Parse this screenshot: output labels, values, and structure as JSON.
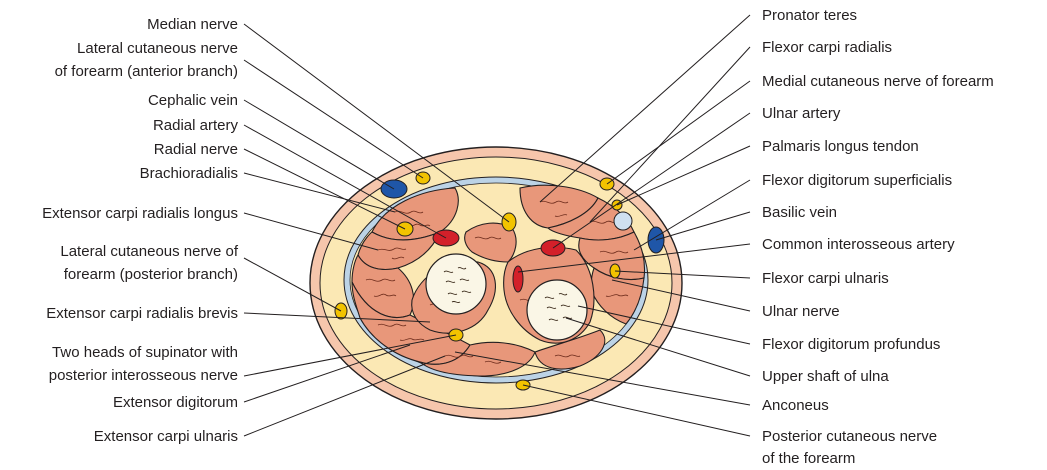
{
  "labels_left": [
    {
      "id": "median-nerve",
      "lines": [
        "Median nerve"
      ]
    },
    {
      "id": "lat-cut-nerve-anterior",
      "lines": [
        "Lateral cutaneous nerve",
        "of forearm (anterior branch)"
      ]
    },
    {
      "id": "cephalic-vein",
      "lines": [
        "Cephalic vein"
      ]
    },
    {
      "id": "radial-artery",
      "lines": [
        "Radial artery"
      ]
    },
    {
      "id": "radial-nerve",
      "lines": [
        "Radial nerve"
      ]
    },
    {
      "id": "brachioradialis",
      "lines": [
        "Brachioradialis"
      ]
    },
    {
      "id": "ecrl",
      "lines": [
        "Extensor carpi radialis longus"
      ]
    },
    {
      "id": "lat-cut-nerve-posterior",
      "lines": [
        "Lateral cutaneous nerve of",
        "forearm (posterior branch)"
      ]
    },
    {
      "id": "ecrb",
      "lines": [
        "Extensor carpi radialis brevis"
      ]
    },
    {
      "id": "supinator",
      "lines": [
        "Two heads of supinator with",
        "posterior interosseous nerve"
      ]
    },
    {
      "id": "extensor-digitorum",
      "lines": [
        "Extensor digitorum"
      ]
    },
    {
      "id": "ecu",
      "lines": [
        "Extensor carpi ulnaris"
      ]
    }
  ],
  "labels_right": [
    {
      "id": "pronator-teres",
      "lines": [
        "Pronator teres"
      ]
    },
    {
      "id": "fcr",
      "lines": [
        "Flexor carpi radialis"
      ]
    },
    {
      "id": "med-cut-nerve",
      "lines": [
        "Medial cutaneous nerve of forearm"
      ]
    },
    {
      "id": "ulnar-artery",
      "lines": [
        "Ulnar artery"
      ]
    },
    {
      "id": "palmaris-longus",
      "lines": [
        "Palmaris longus tendon"
      ]
    },
    {
      "id": "fds",
      "lines": [
        "Flexor digitorum superficialis"
      ]
    },
    {
      "id": "basilic-vein",
      "lines": [
        "Basilic vein"
      ]
    },
    {
      "id": "common-interosseous",
      "lines": [
        "Common interosseous artery"
      ]
    },
    {
      "id": "fcu",
      "lines": [
        "Flexor carpi ulnaris"
      ]
    },
    {
      "id": "ulnar-nerve",
      "lines": [
        "Ulnar nerve"
      ]
    },
    {
      "id": "fdp",
      "lines": [
        "Flexor digitorum profundus"
      ]
    },
    {
      "id": "upper-shaft-ulna",
      "lines": [
        "Upper shaft of ulna"
      ]
    },
    {
      "id": "anconeus",
      "lines": [
        "Anconeus"
      ]
    },
    {
      "id": "post-cut-nerve",
      "lines": [
        "Posterior cutaneous nerve",
        "of the forearm"
      ]
    }
  ],
  "colors": {
    "skin": "#f6c6ac",
    "subcutaneous": "#fbe8b4",
    "fascia": "#bcd3e6",
    "muscle": "#e8977a",
    "nerve": "#f2c300",
    "artery": "#d3202a",
    "vein": "#1f56a8",
    "bone": "#faf6e6"
  }
}
